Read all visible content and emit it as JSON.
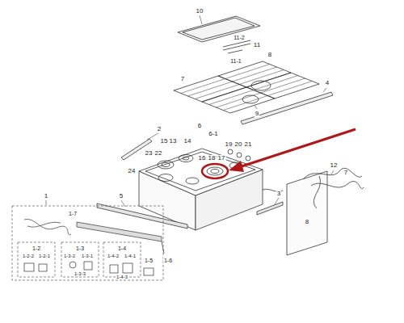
{
  "diagram": {
    "labels": [
      "10",
      "11-2",
      "11",
      "11-1",
      "7",
      "8",
      "4",
      "9",
      "2",
      "6",
      "6-1",
      "15",
      "13",
      "14",
      "23",
      "22",
      "24",
      "16",
      "18",
      "17",
      "19",
      "20",
      "21",
      "12",
      "7",
      "8",
      "5",
      "3",
      "1",
      "1-7",
      "1-2",
      "1-2-2",
      "1-2-1",
      "1-3",
      "1-3-2",
      "1-3-1",
      "1-3-3",
      "1-4",
      "1-4-2",
      "1-4-1",
      "1-4-3",
      "1-5",
      "1-6"
    ]
  }
}
